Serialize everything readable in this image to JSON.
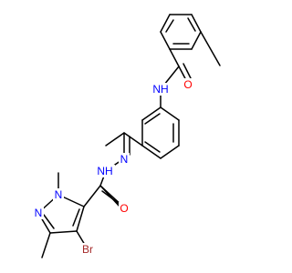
{
  "molecule": {
    "colors": {
      "carbon_bond": "#000000",
      "nitrogen": "#0000ff",
      "oxygen": "#ff0000",
      "bromine": "#a52a2a",
      "background": "#ffffff"
    },
    "atom_labels": {
      "amide_nh": "NH",
      "amide_o": "O",
      "imine_n": "N",
      "hydrazide_nh": "NH",
      "hydrazide_o": "O",
      "pyrazole_n1": "N",
      "pyrazole_n2": "N",
      "bromine": "Br"
    }
  }
}
